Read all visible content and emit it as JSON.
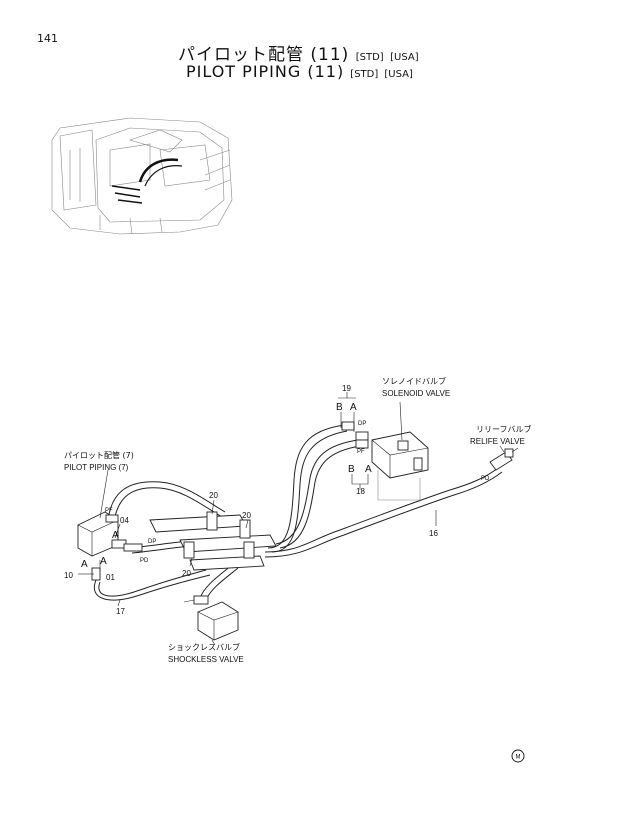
{
  "header": {
    "page_number": "141",
    "title_jp": "パイロット配管 (11)",
    "title_en": "PILOT PIPING (11)",
    "tag_std": "[STD]",
    "tag_usa": "[USA]"
  },
  "labels": {
    "solenoid_valve_jp": "ソレノイドバルブ",
    "solenoid_valve_en": "SOLENOID VALVE",
    "relife_valve_jp": "リリーフバルブ",
    "relife_valve_en": "RELIFE VALVE",
    "pilot_piping_jp": "パイロット配管 (7)",
    "pilot_piping_en": "PILOT PIPING (7)",
    "shockless_valve_jp": "ショックレスバルブ",
    "shockless_valve_en": "SHOCKLESS VALVE"
  },
  "callouts": {
    "p19": "19",
    "p18": "18",
    "p16": "16",
    "p20a": "20",
    "p20b": "20",
    "p20c": "20",
    "p04": "04",
    "p10": "10",
    "p01": "01",
    "p17": "17"
  },
  "ports": {
    "b_top": "B",
    "a_top": "A",
    "b_bot": "B",
    "a_bot": "A",
    "dp": "DP",
    "pf_sol": "PF",
    "pd_relief": "PD",
    "pf_left": "PF",
    "pd_left": "PD",
    "dp_left": "DP",
    "a_left1": "A",
    "a_left2": "A",
    "a_left3": "A"
  },
  "footer": {
    "mark": "M"
  }
}
